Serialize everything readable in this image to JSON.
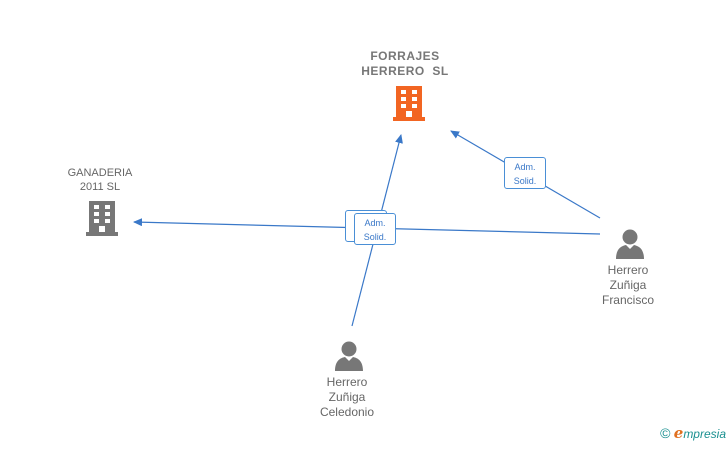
{
  "nodes": {
    "forrajes": {
      "line1": "FORRAJES",
      "line2": "HERRERO  SL",
      "color": "#f26522"
    },
    "ganaderia": {
      "line1": "GANADERIA",
      "line2": "2011 SL",
      "color": "#777777"
    },
    "francisco": {
      "line1": "Herrero",
      "line2": "Zuñiga",
      "line3": "Francisco"
    },
    "celedonio": {
      "line1": "Herrero",
      "line2": "Zuñiga",
      "line3": "Celedonio"
    }
  },
  "edges": {
    "label_line1": "Adm.",
    "label_line2": "Solid.",
    "color": "#3a78c8"
  },
  "footer": {
    "copyright": "©",
    "brand_e": "e",
    "brand_rest": "mpresia"
  }
}
